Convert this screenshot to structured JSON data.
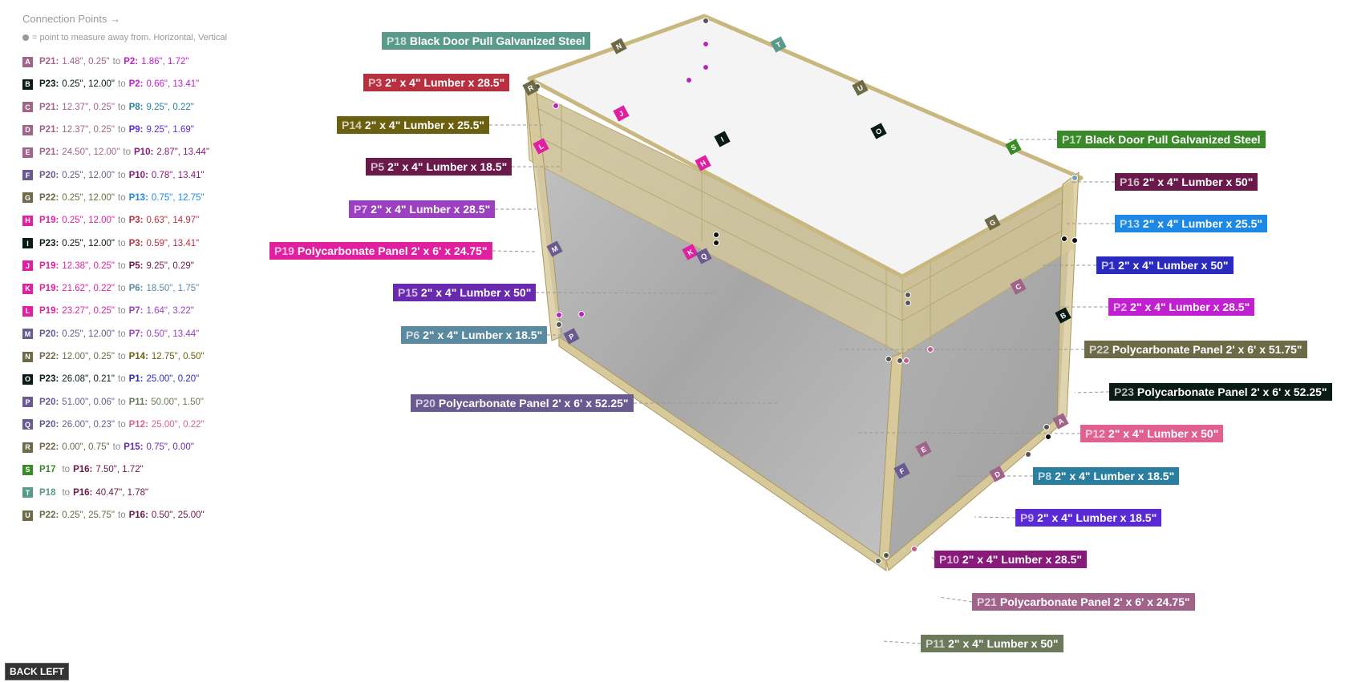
{
  "legend": {
    "title": "Connection Points →",
    "note": "= point to measure away from. Horizontal, Vertical",
    "rows": [
      {
        "id": "A",
        "color": "#a0648a",
        "from_part": "P21:",
        "from_color": "#a0648a",
        "from_val": "1.48\", 0.25\"",
        "to_part": "P2:",
        "to_color": "#c020d0",
        "to_val": "1.86\", 1.72\""
      },
      {
        "id": "B",
        "color": "#0a1a14",
        "from_part": "P23:",
        "from_color": "#0a1a14",
        "from_val": "0.25\", 12.00\"",
        "to_part": "P2:",
        "to_color": "#c020d0",
        "to_val": "0.66\", 13.41\""
      },
      {
        "id": "C",
        "color": "#a0648a",
        "from_part": "P21:",
        "from_color": "#a0648a",
        "from_val": "12.37\", 0.25\"",
        "to_part": "P8:",
        "to_color": "#2a7fa0",
        "to_val": "9.25\", 0.22\""
      },
      {
        "id": "D",
        "color": "#a0648a",
        "from_part": "P21:",
        "from_color": "#a0648a",
        "from_val": "12.37\", 0.25\"",
        "to_part": "P9:",
        "to_color": "#5a2ad8",
        "to_val": "9.25\", 1.69\""
      },
      {
        "id": "E",
        "color": "#a0648a",
        "from_part": "P21:",
        "from_color": "#a0648a",
        "from_val": "24.50\", 12.00\"",
        "to_part": "P10:",
        "to_color": "#8a1a7a",
        "to_val": "2.87\", 13.44\""
      },
      {
        "id": "F",
        "color": "#6a5a90",
        "from_part": "P20:",
        "from_color": "#6a5a90",
        "from_val": "0.25\", 12.00\"",
        "to_part": "P10:",
        "to_color": "#8a1a7a",
        "to_val": "0.78\", 13.41\""
      },
      {
        "id": "G",
        "color": "#6e6a48",
        "from_part": "P22:",
        "from_color": "#6e6a48",
        "from_val": "0.25\", 12.00\"",
        "to_part": "P13:",
        "to_color": "#1e88e5",
        "to_val": "0.75\", 12.75\""
      },
      {
        "id": "H",
        "color": "#e020a0",
        "from_part": "P19:",
        "from_color": "#e020a0",
        "from_val": "0.25\", 12.00\"",
        "to_part": "P3:",
        "to_color": "#b83040",
        "to_val": "0.63\", 14.97\""
      },
      {
        "id": "I",
        "color": "#0a1a14",
        "from_part": "P23:",
        "from_color": "#0a1a14",
        "from_val": "0.25\", 12.00\"",
        "to_part": "P3:",
        "to_color": "#b83040",
        "to_val": "0.59\", 13.41\""
      },
      {
        "id": "J",
        "color": "#e020a0",
        "from_part": "P19:",
        "from_color": "#e020a0",
        "from_val": "12.38\", 0.25\"",
        "to_part": "P5:",
        "to_color": "#6a1a4a",
        "to_val": "9.25\", 0.29\""
      },
      {
        "id": "K",
        "color": "#e020a0",
        "from_part": "P19:",
        "from_color": "#e020a0",
        "from_val": "21.62\", 0.22\"",
        "to_part": "P6:",
        "to_color": "#5a8aa0",
        "to_val": "18.50\", 1.75\""
      },
      {
        "id": "L",
        "color": "#e020a0",
        "from_part": "P19:",
        "from_color": "#e020a0",
        "from_val": "23.27\", 0.25\"",
        "to_part": "P7:",
        "to_color": "#9a40c0",
        "to_val": "1.64\", 3.22\""
      },
      {
        "id": "M",
        "color": "#6a5a90",
        "from_part": "P20:",
        "from_color": "#6a5a90",
        "from_val": "0.25\", 12.00\"",
        "to_part": "P7:",
        "to_color": "#9a40c0",
        "to_val": "0.50\", 13.44\""
      },
      {
        "id": "N",
        "color": "#6e6a48",
        "from_part": "P22:",
        "from_color": "#6e6a48",
        "from_val": "12.00\", 0.25\"",
        "to_part": "P14:",
        "to_color": "#6a6010",
        "to_val": "12.75\", 0.50\""
      },
      {
        "id": "O",
        "color": "#0a1a14",
        "from_part": "P23:",
        "from_color": "#0a1a14",
        "from_val": "26.08\", 0.21\"",
        "to_part": "P1:",
        "to_color": "#2a2ac0",
        "to_val": "25.00\", 0.20\""
      },
      {
        "id": "P",
        "color": "#6a5a90",
        "from_part": "P20:",
        "from_color": "#6a5a90",
        "from_val": "51.00\", 0.06\"",
        "to_part": "P11:",
        "to_color": "#6a7a5a",
        "to_val": "50.00\", 1.50\""
      },
      {
        "id": "Q",
        "color": "#6a5a90",
        "from_part": "P20:",
        "from_color": "#6a5a90",
        "from_val": "26.00\", 0.23\"",
        "to_part": "P12:",
        "to_color": "#e06090",
        "to_val": "25.00\", 0.22\""
      },
      {
        "id": "R",
        "color": "#6e6a48",
        "from_part": "P22:",
        "from_color": "#6e6a48",
        "from_val": "0.00\", 0.75\"",
        "to_part": "P15:",
        "to_color": "#6a2ab0",
        "to_val": "0.75\", 0.00\""
      },
      {
        "id": "S",
        "color": "#3a8a2a",
        "from_part": "P17",
        "from_color": "#3a8a2a",
        "from_val": "",
        "to_part": "P16:",
        "to_color": "#6a1a4a",
        "to_val": "7.50\", 1.72\""
      },
      {
        "id": "T",
        "color": "#5a9a8a",
        "from_part": "P18",
        "from_color": "#5a9a8a",
        "from_val": "",
        "to_part": "P16:",
        "to_color": "#6a1a4a",
        "to_val": "40.47\", 1.78\""
      },
      {
        "id": "U",
        "color": "#6e6a48",
        "from_part": "P22:",
        "from_color": "#6e6a48",
        "from_val": "0.25\", 25.75\"",
        "to_part": "P16:",
        "to_color": "#6a1a4a",
        "to_val": "0.50\", 25.00\""
      }
    ]
  },
  "to_word": "to",
  "parts": [
    {
      "pid": "P18",
      "name": "Black Door Pull Galvanized Steel",
      "color": "#5a9a8a"
    },
    {
      "pid": "P3",
      "name": "2\" x 4\" Lumber  x 28.5\"",
      "color": "#b83040"
    },
    {
      "pid": "P14",
      "name": "2\" x 4\" Lumber  x 25.5\"",
      "color": "#6a6010"
    },
    {
      "pid": "P5",
      "name": "2\" x 4\" Lumber  x 18.5\"",
      "color": "#6a1a4a"
    },
    {
      "pid": "P7",
      "name": "2\" x 4\" Lumber  x 28.5\"",
      "color": "#9a40c0"
    },
    {
      "pid": "P19",
      "name": "Polycarbonate Panel 2' x 6'  x 24.75\"",
      "color": "#e020a0"
    },
    {
      "pid": "P15",
      "name": "2\" x 4\" Lumber  x 50\"",
      "color": "#6a2ab0"
    },
    {
      "pid": "P6",
      "name": "2\" x 4\" Lumber  x 18.5\"",
      "color": "#5a8aa0"
    },
    {
      "pid": "P20",
      "name": "Polycarbonate Panel 2' x 6'  x 52.25\"",
      "color": "#6a5a90"
    },
    {
      "pid": "P17",
      "name": "Black Door Pull Galvanized Steel",
      "color": "#3a8a2a"
    },
    {
      "pid": "P16",
      "name": "2\" x 4\" Lumber  x 50\"",
      "color": "#6a1a4a"
    },
    {
      "pid": "P13",
      "name": "2\" x 4\" Lumber  x 25.5\"",
      "color": "#1e88e5"
    },
    {
      "pid": "P1",
      "name": "2\" x 4\" Lumber  x 50\"",
      "color": "#2a2ac0"
    },
    {
      "pid": "P2",
      "name": "2\" x 4\" Lumber  x 28.5\"",
      "color": "#c020d0"
    },
    {
      "pid": "P22",
      "name": "Polycarbonate Panel 2' x 6'  x 51.75\"",
      "color": "#6e6a48"
    },
    {
      "pid": "P23",
      "name": "Polycarbonate Panel 2' x 6'  x 52.25\"",
      "color": "#0a1a14"
    },
    {
      "pid": "P12",
      "name": "2\" x 4\" Lumber  x 50\"",
      "color": "#e06090"
    },
    {
      "pid": "P8",
      "name": "2\" x 4\" Lumber  x 18.5\"",
      "color": "#2a7fa0"
    },
    {
      "pid": "P9",
      "name": "2\" x 4\" Lumber  x 18.5\"",
      "color": "#5a2ad8"
    },
    {
      "pid": "P10",
      "name": "2\" x 4\" Lumber  x 28.5\"",
      "color": "#8a1a7a"
    },
    {
      "pid": "P21",
      "name": "Polycarbonate Panel 2' x 6'  x 24.75\"",
      "color": "#a0648a"
    },
    {
      "pid": "P11",
      "name": "2\" x 4\" Lumber  x 50\"",
      "color": "#6a7a5a"
    }
  ],
  "markers": [
    {
      "id": "N",
      "color": "#6e6a48"
    },
    {
      "id": "T",
      "color": "#5a9a8a"
    },
    {
      "id": "R",
      "color": "#6e6a48"
    },
    {
      "id": "U",
      "color": "#6e6a48"
    },
    {
      "id": "J",
      "color": "#e020a0"
    },
    {
      "id": "O",
      "color": "#0a1a14"
    },
    {
      "id": "L",
      "color": "#e020a0"
    },
    {
      "id": "I",
      "color": "#0a1a14"
    },
    {
      "id": "H",
      "color": "#e020a0"
    },
    {
      "id": "S",
      "color": "#3a8a2a"
    },
    {
      "id": "G",
      "color": "#6e6a48"
    },
    {
      "id": "K",
      "color": "#e020a0"
    },
    {
      "id": "Q",
      "color": "#6a5a90"
    },
    {
      "id": "M",
      "color": "#6a5a90"
    },
    {
      "id": "C",
      "color": "#a0648a"
    },
    {
      "id": "B",
      "color": "#0a1a14"
    },
    {
      "id": "P",
      "color": "#6a5a90"
    },
    {
      "id": "A",
      "color": "#a0648a"
    },
    {
      "id": "E",
      "color": "#a0648a"
    },
    {
      "id": "F",
      "color": "#6a5a90"
    },
    {
      "id": "D",
      "color": "#a0648a"
    }
  ],
  "view_button": "BACK LEFT"
}
